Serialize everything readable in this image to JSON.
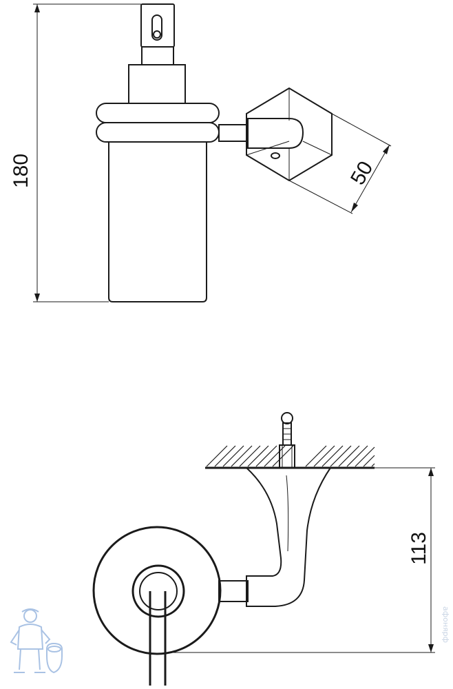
{
  "dimensions": {
    "height_front": "180",
    "depth_plate": "50",
    "projection_side": "113"
  },
  "watermark_text": "афонярф",
  "colors": {
    "line": "#1a1a1a",
    "mascot": "#a9c2e4"
  }
}
